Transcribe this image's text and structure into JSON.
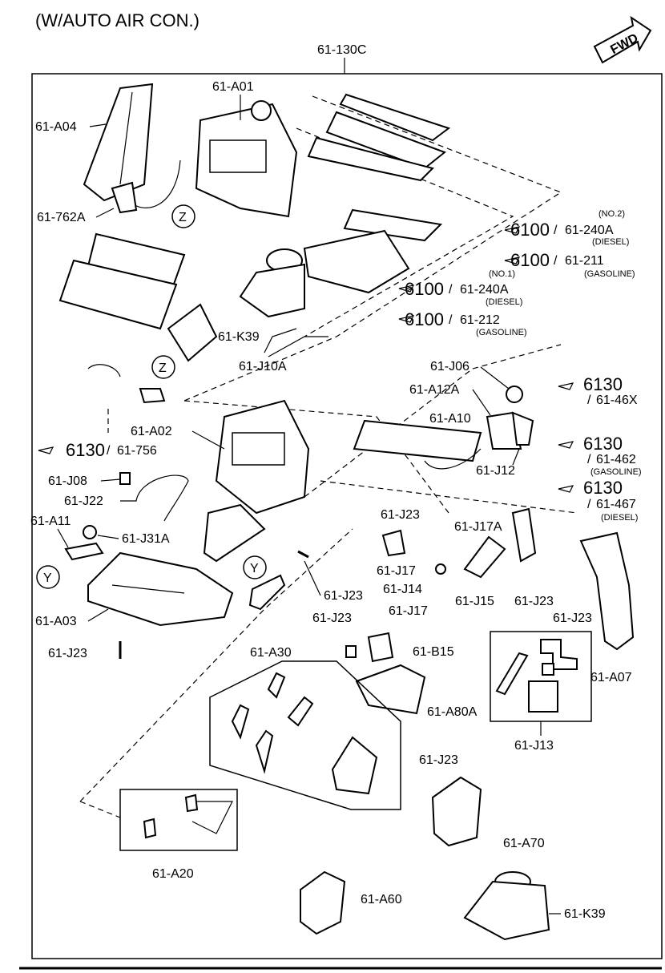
{
  "header": {
    "title": "(W/AUTO AIR CON.)",
    "fwd_label": "FWD"
  },
  "labels": {
    "l130c": "61-130C",
    "a01": "61-A01",
    "a04": "61-A04",
    "l762a": "61-762A",
    "k39a": "61-K39",
    "j10a": "61-J10A",
    "a02": "61-A02",
    "j08": "61-J08",
    "j22": "61-J22",
    "a11": "61-A11",
    "j31a": "61-J31A",
    "a03": "61-A03",
    "j23_a03": "61-J23",
    "j23_mid": "61-J23",
    "j23_top": "61-J23",
    "j23_b15": "61-J23",
    "j23_a80": "61-J23",
    "j23_r1": "61-J23",
    "j23_r2": "61-J23",
    "j17a": "61-J17",
    "j14": "61-J14",
    "j17b": "61-J17",
    "j17A": "61-J17A",
    "j15": "61-J15",
    "j06": "61-J06",
    "a12a": "61-A12A",
    "a10": "61-A10",
    "j12": "61-J12",
    "b15": "61-B15",
    "a80a": "61-A80A",
    "a30": "61-A30",
    "a20": "61-A20",
    "a70": "61-A70",
    "a60": "61-A60",
    "k39b": "61-K39",
    "j13": "61-J13",
    "a07": "61-A07",
    "zmark1": "Z",
    "zmark2": "Z",
    "ymark1": "Y",
    "ymark2": "Y"
  },
  "references": [
    {
      "ref": "6100",
      "sep": "/",
      "code": "61-240A",
      "note_above": "(NO.2)",
      "note_below": "(DIESEL)"
    },
    {
      "ref": "6100",
      "sep": "/",
      "code": "61-211",
      "note_above": "",
      "note_below": "(GASOLINE)"
    },
    {
      "ref": "6100",
      "sep": "/",
      "code": "61-240A",
      "note_above": "(NO.1)",
      "note_below": "(DIESEL)"
    },
    {
      "ref": "6100",
      "sep": "/",
      "code": "61-212",
      "note_above": "",
      "note_below": "(GASOLINE)"
    },
    {
      "ref": "6130",
      "sep": "/",
      "code": "61-46X",
      "note_above": "",
      "note_below": ""
    },
    {
      "ref": "6130",
      "sep": "/",
      "code": "61-462",
      "note_above": "",
      "note_below": "(GASOLINE)"
    },
    {
      "ref": "6130",
      "sep": "/",
      "code": "61-467",
      "note_above": "",
      "note_below": "(DIESEL)"
    },
    {
      "ref": "6130",
      "sep": "/",
      "code": "61-756",
      "note_above": "",
      "note_below": ""
    }
  ]
}
